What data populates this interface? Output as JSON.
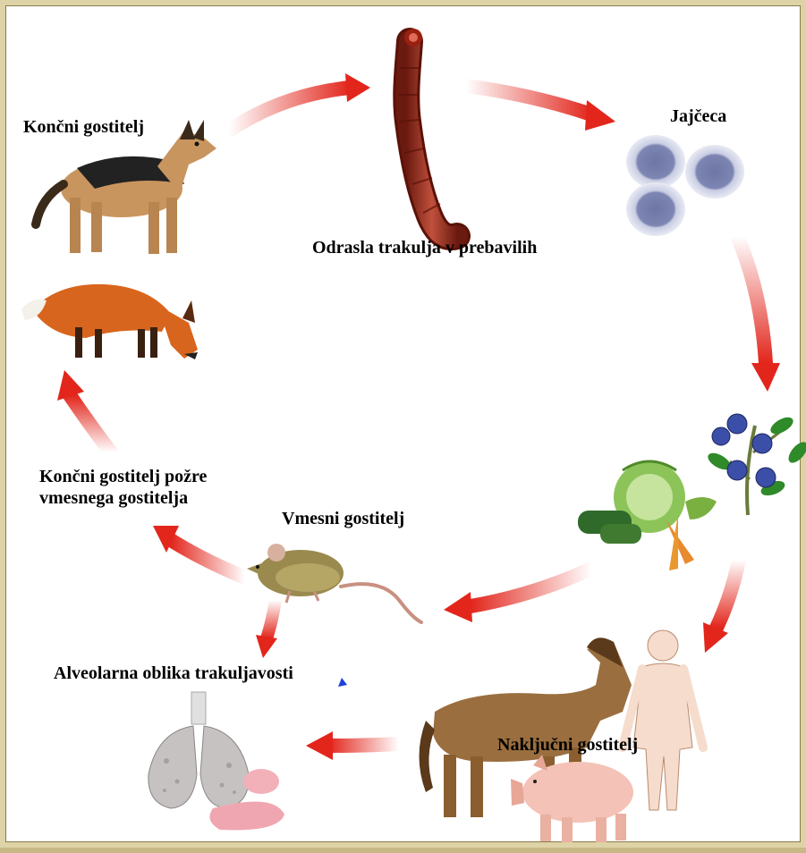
{
  "labels": {
    "definitive_host": "Končni gostitelj",
    "adult_tapeworm": "Odrasla trakulja v prebavilih",
    "eggs": "Jajčeca",
    "definitive_eats_line1": "Končni gostitelj požre",
    "definitive_eats_line2": "vmesnega gostitelja",
    "intermediate_host": "Vmesni gostitelj",
    "alveolar_form": "Alveolarna oblika trakuljavosti",
    "accidental_host": "Naključni gostitelj"
  },
  "colors": {
    "frame_outer": "#c8b886",
    "frame_inner": "#ddd3a6",
    "arrow_red": "#e2261c",
    "background": "#ffffff"
  },
  "icons": [
    "dog-icon",
    "fox-icon",
    "tapeworm-icon",
    "eggs-icon",
    "berries-icon",
    "vegetables-icon",
    "mouse-icon",
    "horse-icon",
    "pig-icon",
    "human-icon",
    "lungs-liver-icon",
    "cursor-icon"
  ]
}
